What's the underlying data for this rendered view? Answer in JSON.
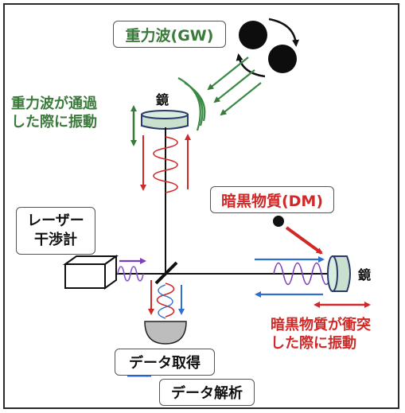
{
  "labels": {
    "gw_title": "重力波(GW)",
    "gw_vibration_line1": "重力波が通過",
    "gw_vibration_line2": "した際に振動",
    "mirror_top": "鏡",
    "mirror_right": "鏡",
    "dm_title": "暗黒物質(DM)",
    "dm_vibration_line1": "暗黒物質が衝突",
    "dm_vibration_line2": "した際に振動",
    "interferometer_line1": "レーザー",
    "interferometer_line2": "干渉計",
    "data_acquisition": "データ取得",
    "data_analysis": "データ解析"
  },
  "colors": {
    "green": "#3a7a3a",
    "red": "#d02a28",
    "blue": "#2f6fd0",
    "purple": "#7a3fb8",
    "mirror_fill": "#c9e0cf"
  }
}
